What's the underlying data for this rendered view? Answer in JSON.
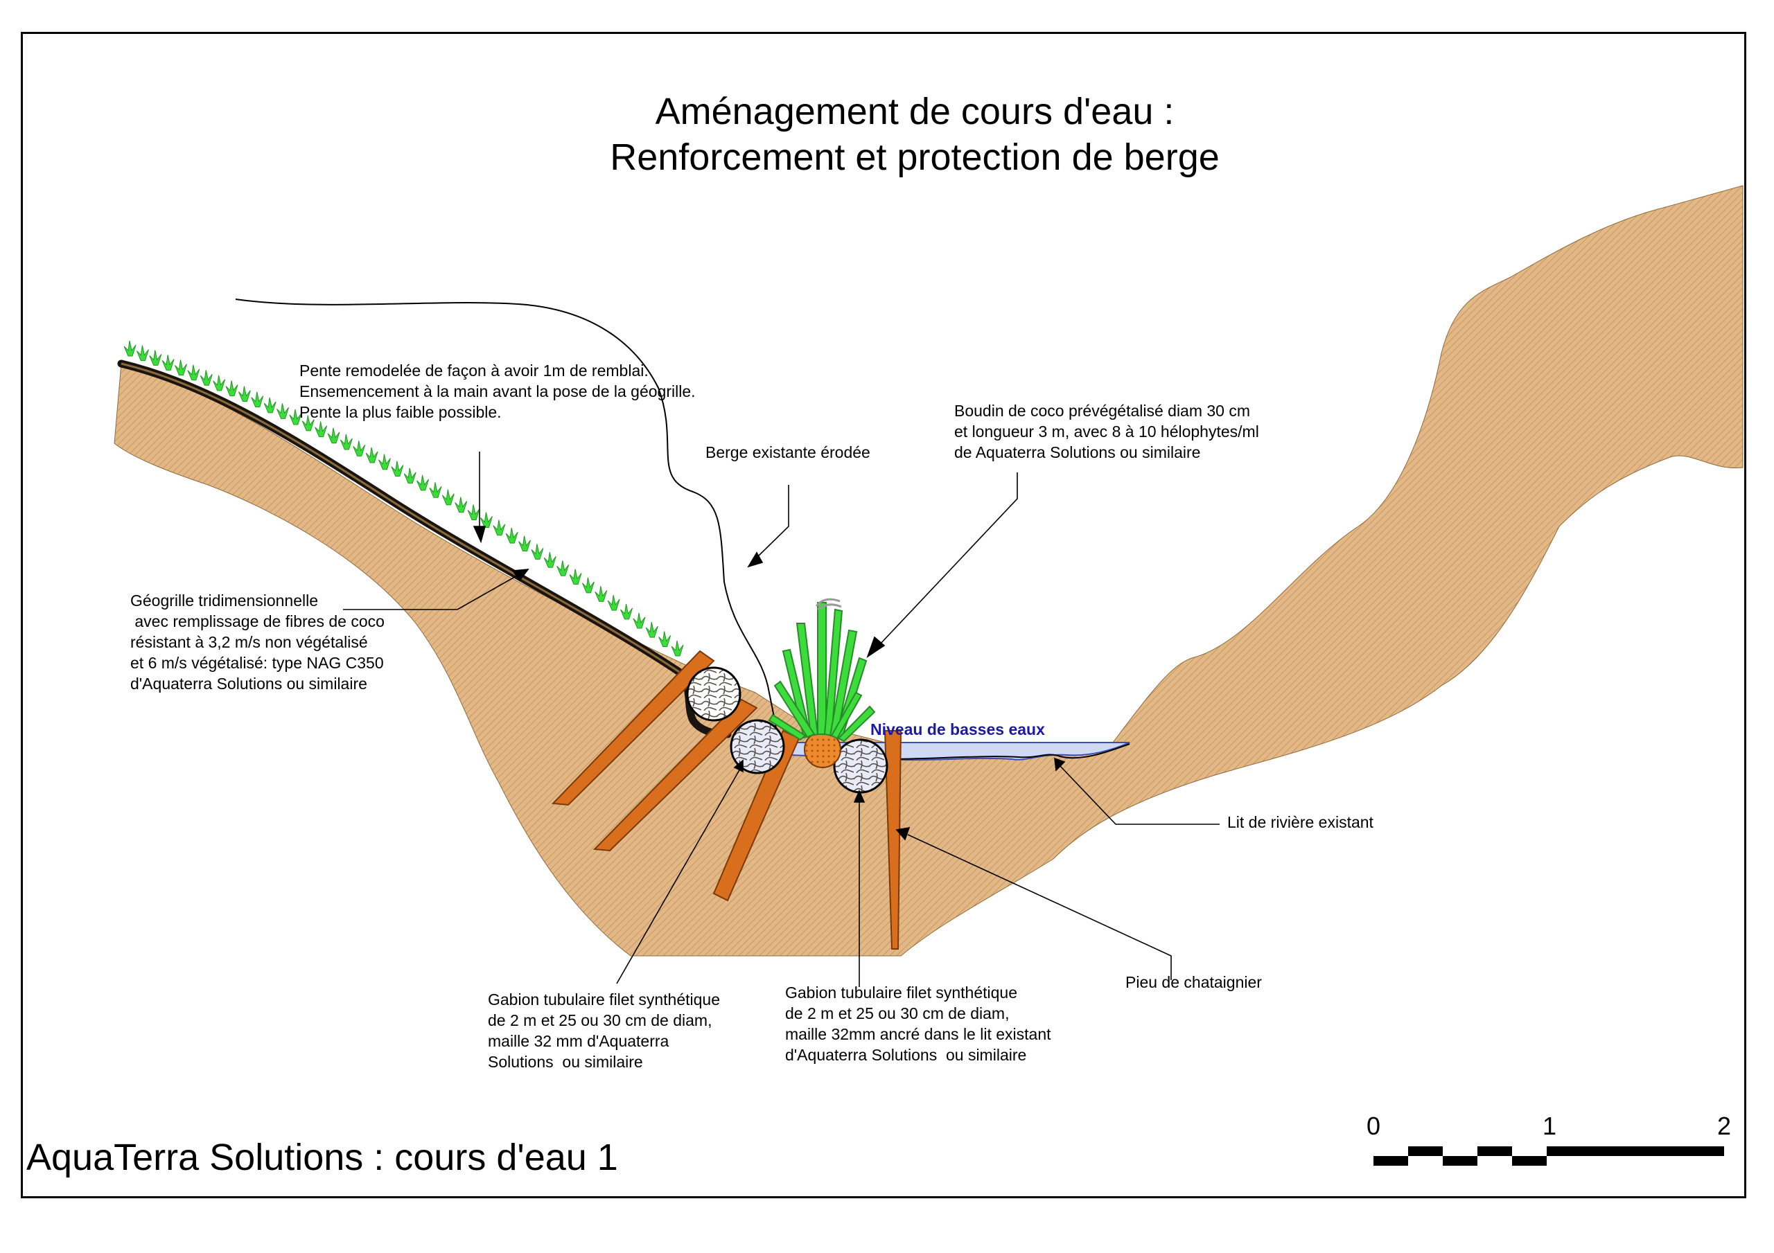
{
  "title": {
    "line1": "Aménagement de cours d'eau :",
    "line2": "Renforcement et protection de berge"
  },
  "footer": "AquaTerra Solutions : cours d'eau 1",
  "labels": {
    "pente": "Pente remodelée de façon à avoir 1m de remblai.\nEnsemencement à la main avant la pose de la géogrille.\nPente la plus faible possible.",
    "berge": "Berge existante érodée",
    "boudin": "Boudin de coco prévégétalisé diam 30 cm\net longueur 3 m, avec 8 à 10 hélophytes/ml\nde Aquaterra Solutions ou similaire",
    "geogrille": "Géogrille tridimensionnelle\n avec remplissage de fibres de coco\nrésistant à 3,2 m/s non végétalisé\net 6 m/s végétalisé: type NAG C350\nd'Aquaterra Solutions ou similaire",
    "niveau": "Niveau de basses eaux",
    "lit": "Lit de rivière existant",
    "pieu": "Pieu de chataignier",
    "gabion1": "Gabion tubulaire filet synthétique\nde 2 m et 25 ou 30 cm de diam,\nmaille 32 mm d'Aquaterra\nSolutions  ou similaire",
    "gabion2": "Gabion tubulaire filet synthétique\nde 2 m et 25 ou 30 cm de diam,\nmaille 32mm ancré dans le lit existant\nd'Aquaterra Solutions  ou similaire"
  },
  "scale": {
    "ticks": [
      "0",
      "1",
      "2"
    ]
  },
  "colors": {
    "soil": "#e3b887",
    "soil_hatch": "#c9955e",
    "stake": "#d96f1c",
    "plant": "#3ddc3d",
    "water": "#cfd8f5",
    "water_label": "#1a1aa6",
    "mesh": "#2e2a24"
  }
}
